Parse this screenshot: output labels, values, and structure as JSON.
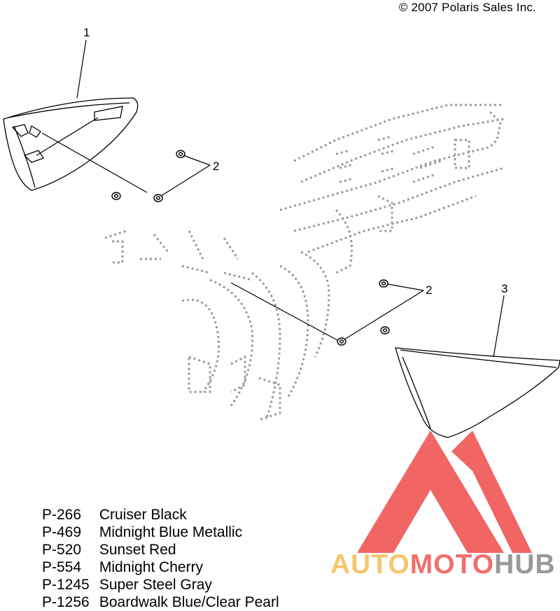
{
  "copyright": "© 2007 Polaris Sales Inc.",
  "callouts": [
    "1",
    "2",
    "2",
    "3"
  ],
  "colors": [
    {
      "code": "P-266",
      "name": "Cruiser Black"
    },
    {
      "code": "P-469",
      "name": "Midnight Blue Metallic"
    },
    {
      "code": "P-520",
      "name": "Sunset Red"
    },
    {
      "code": "P-554",
      "name": "Midnight Cherry"
    },
    {
      "code": "P-1245",
      "name": "Super Steel Gray"
    },
    {
      "code": "P-1256",
      "name": "Boardwalk Blue/Clear Pearl"
    }
  ],
  "watermark": {
    "part1": "AUTO",
    "part2": "MOTO",
    "part3": "HUB",
    "accent_color": "#ef4b4b",
    "secondary_color": "#f6b84a",
    "gray_color": "#808080"
  }
}
